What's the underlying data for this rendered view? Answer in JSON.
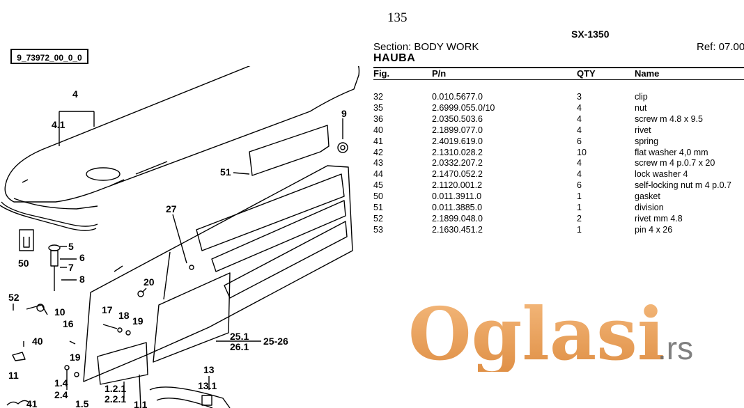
{
  "header": {
    "page_number": "135",
    "model": "SX-1350",
    "section": "Section: BODY WORK",
    "ref": "Ref: 07.00",
    "title": "HAUBA"
  },
  "diagram": {
    "ref_code": "9_73972_00_0_0",
    "callouts": [
      "4",
      "4.1",
      "9",
      "51",
      "27",
      "50",
      "5",
      "6",
      "7",
      "8",
      "20",
      "52",
      "10",
      "17",
      "18",
      "19",
      "16",
      "40",
      "19",
      "11",
      "25.1",
      "26.1",
      "25-26",
      "13",
      "13.1",
      "1.4",
      "2.4",
      "1.5",
      "1.2.1",
      "2.2.1",
      "1.1",
      "41"
    ]
  },
  "table": {
    "headers": [
      "Fig.",
      "P/n",
      "QTY",
      "Name"
    ],
    "rows": [
      [
        "32",
        "0.010.5677.0",
        "3",
        "clip"
      ],
      [
        "35",
        "2.6999.055.0/10",
        "4",
        "nut"
      ],
      [
        "36",
        "2.0350.503.6",
        "4",
        "screw m 4.8 x 9.5"
      ],
      [
        "40",
        "2.1899.077.0",
        "4",
        "rivet"
      ],
      [
        "41",
        "2.4019.619.0",
        "6",
        "spring"
      ],
      [
        "42",
        "2.1310.028.2",
        "10",
        "flat washer 4,0 mm"
      ],
      [
        "43",
        "2.0332.207.2",
        "4",
        "screw m 4 p.0.7 x 20"
      ],
      [
        "44",
        "2.1470.052.2",
        "4",
        "lock washer 4"
      ],
      [
        "45",
        "2.1120.001.2",
        "6",
        "self-locking nut m 4 p.0.7"
      ],
      [
        "50",
        "0.011.3911.0",
        "1",
        "gasket"
      ],
      [
        "51",
        "0.011.3885.0",
        "1",
        "division"
      ],
      [
        "52",
        "2.1899.048.0",
        "2",
        "rivet mm 4.8"
      ],
      [
        "53",
        "2.1630.451.2",
        "1",
        "pin 4 x 26"
      ]
    ]
  },
  "watermark": {
    "brand": "Oglasi",
    "suffix": ".rs",
    "color": "#e8923a"
  }
}
